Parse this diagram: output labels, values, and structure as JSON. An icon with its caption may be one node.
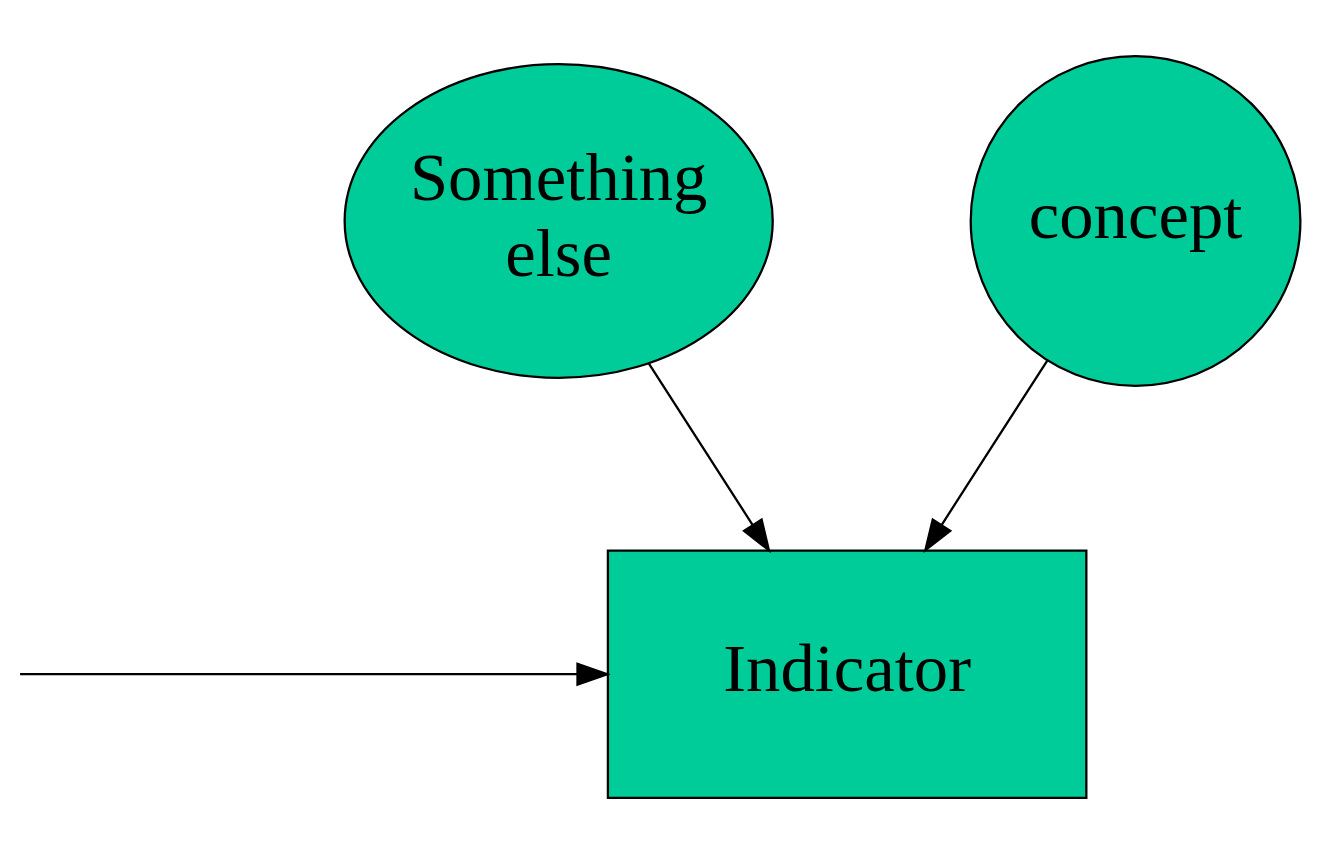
{
  "diagram": {
    "nodes": [
      {
        "text": [
          "Something else"
        ]
      },
      {
        "text": [
          "concept"
        ]
      },
      {
        "text": [
          "Indicator"
        ]
      }
    ],
    "edges": [
      {
        "from": 0,
        "to": 2,
        "arrow": "to"
      },
      {
        "from": 1,
        "to": 2,
        "arrow": "to"
      },
      {
        "from": null,
        "to": 2,
        "arrow": "to"
      }
    ]
  }
}
